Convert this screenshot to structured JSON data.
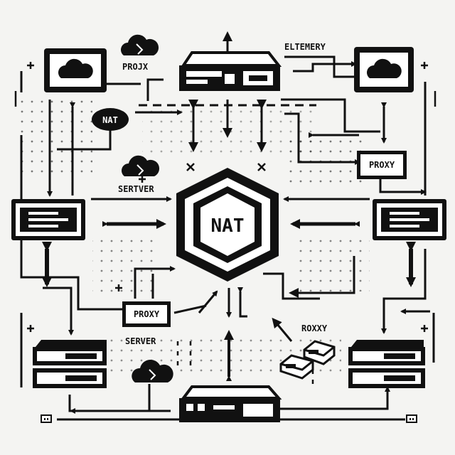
{
  "labels": {
    "nat_center": "NAT",
    "nat_badge": "NAT",
    "proxy_top": "PROJX",
    "telemetry": "ELTEMERY",
    "proxy_right_box": "PROXY",
    "server_left": "SERTVER",
    "proxy_left_box": "PROXY",
    "server_left_bottom": "SERVER",
    "proxy_bottom_right": "ROXXY"
  },
  "colors": {
    "ink": "#111111",
    "paper": "#f4f4f2"
  },
  "icons": [
    "cloud-icon",
    "router-icon",
    "server-rack-icon",
    "monitor-icon",
    "switch-icon",
    "hexagon-nat-icon"
  ]
}
